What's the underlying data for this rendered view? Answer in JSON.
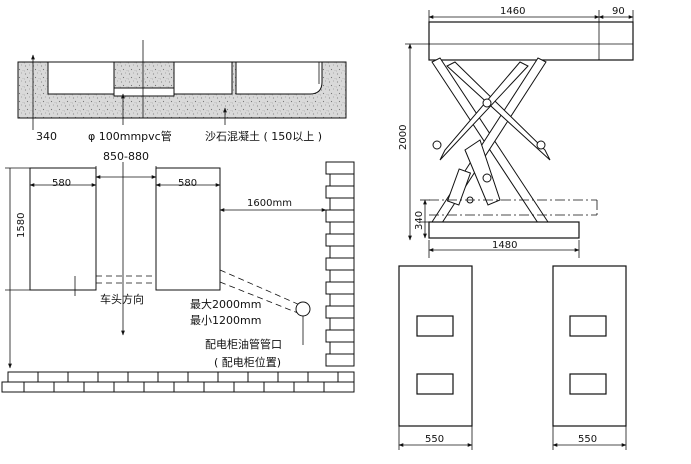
{
  "section": {
    "dim_340": "340",
    "pvc_label": "φ 100mmpvc管",
    "concrete_label": "沙石混凝土 ( 150以上 )"
  },
  "plan": {
    "dim_gap": "850-880",
    "dim_pad_left": "580",
    "dim_pad_right": "580",
    "dim_1580": "1580",
    "dim_1600": "1600mm",
    "direction_label": "车头方向",
    "max_label": "最大2000mm",
    "min_label": "最小1200mm",
    "cabinet_label": "配电柜油管管口",
    "cabinet_sub_label": "( 配电柜位置)"
  },
  "elevation": {
    "dim_1460": "1460",
    "dim_90": "90",
    "dim_2000": "2000",
    "dim_340": "340",
    "dim_1480": "1480"
  },
  "pads": {
    "dim_left": "550",
    "dim_right": "550"
  }
}
